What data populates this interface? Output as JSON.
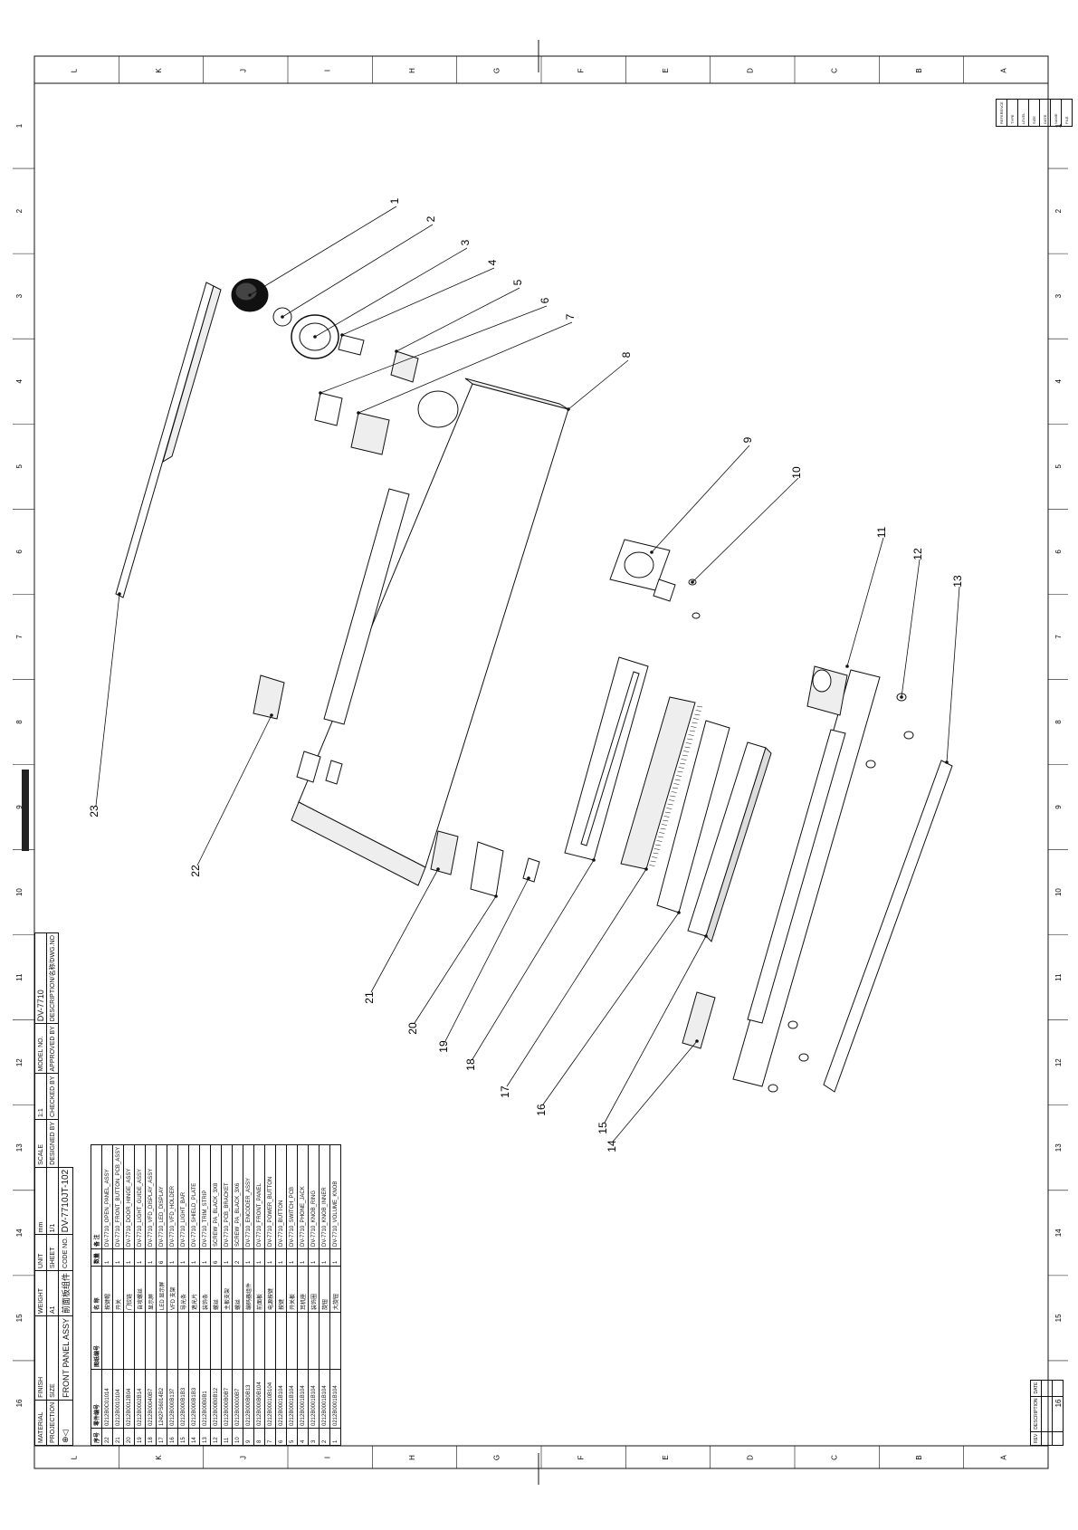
{
  "drawing": {
    "code_no": "DV-7710JT-102",
    "description_en": "FRONT PANEL ASSY",
    "description_cn": "前面板组件",
    "model_no": "DV-7710",
    "size": "A1",
    "sheet": "1/1",
    "scale": "1:1",
    "unit": "mm",
    "labels": {
      "projection": "PROJECTION",
      "size": "SIZE",
      "sheet": "SHEET",
      "designed_by": "DESIGNED BY",
      "checked_by": "CHECKED BY",
      "approved_by": "APPROVED BY",
      "unit": "UNIT",
      "scale": "SCALE",
      "material": "MATERIAL",
      "finish": "FINISH",
      "weight": "WEIGHT",
      "model_no": "MODEL NO.",
      "description": "DESCRIPTION/名称/DWG.NO",
      "code_no": "CODE NO."
    }
  },
  "grid": {
    "columns": [
      "L",
      "K",
      "J",
      "I",
      "H",
      "G",
      "F",
      "E",
      "D",
      "C",
      "B",
      "A"
    ],
    "rows": [
      "1",
      "2",
      "3",
      "4",
      "5",
      "6",
      "7",
      "8",
      "9",
      "10",
      "11",
      "12",
      "13",
      "14",
      "15",
      "16"
    ]
  },
  "callouts": [
    "1",
    "2",
    "3",
    "4",
    "5",
    "6",
    "7",
    "8",
    "9",
    "10",
    "11",
    "12",
    "13",
    "14",
    "15",
    "16",
    "17",
    "18",
    "19",
    "20",
    "21",
    "22",
    "23"
  ],
  "bom": {
    "headers": [
      "序号",
      "零件编号",
      "图纸编号",
      "名 称",
      "数量",
      "备 注"
    ],
    "rows": [
      {
        "no": "22",
        "code": "0212B0C01014",
        "dwg": "",
        "name": "按键帽",
        "qty": "1",
        "remark": "DV-7710_OPEN_PANEL_ASSY"
      },
      {
        "no": "21",
        "code": "0212B0010104",
        "dwg": "",
        "name": "开关",
        "qty": "1",
        "remark": "DV-7710_FRONT_BUTTON_PCB_ASSY"
      },
      {
        "no": "20",
        "code": "0212B0012B04",
        "dwg": "",
        "name": "门铰链",
        "qty": "1",
        "remark": "DV-7710_DOOR_HINGE_ASSY"
      },
      {
        "no": "19",
        "code": "0212B0002B14",
        "dwg": "",
        "name": "自攻螺丝",
        "qty": "1",
        "remark": "DV-7710_LIGHT_GUIDE_ASSY"
      },
      {
        "no": "18",
        "code": "0212B00040B7",
        "dwg": "",
        "name": "显示屏",
        "qty": "1",
        "remark": "DV-7710_VFD_DISPLAY_ASSY"
      },
      {
        "no": "17",
        "code": "1242PS6014B2",
        "dwg": "",
        "name": "LED 显示屏",
        "qty": "6",
        "remark": "DV-7710_LED_DISPLAY"
      },
      {
        "no": "16",
        "code": "0212B000B137",
        "dwg": "",
        "name": "VFD 支架",
        "qty": "1",
        "remark": "DV-7710_VFD_HOLDER"
      },
      {
        "no": "15",
        "code": "0212B000B1B3",
        "dwg": "",
        "name": "导光条",
        "qty": "1",
        "remark": "DV-7710_LIGHT_BAR"
      },
      {
        "no": "14",
        "code": "0212B000B1B3",
        "dwg": "",
        "name": "遮光片",
        "qty": "1",
        "remark": "DV-7710_SHIELD_PLATE"
      },
      {
        "no": "13",
        "code": "0212B00B0B1",
        "dwg": "",
        "name": "装饰条",
        "qty": "1",
        "remark": "DV-7710_TRIM_STRIP"
      },
      {
        "no": "12",
        "code": "0212B00B0B12",
        "dwg": "",
        "name": "螺丝",
        "qty": "6",
        "remark": "SCREW_PA_BLACK_3X8"
      },
      {
        "no": "11",
        "code": "0212B000B0B7",
        "dwg": "",
        "name": "主板支架",
        "qty": "1",
        "remark": "DV-7710_PCB_BRACKET"
      },
      {
        "no": "10",
        "code": "0212B00000B7",
        "dwg": "",
        "name": "螺丝",
        "qty": "2",
        "remark": "SCREW_PA_BLACK_3X6"
      },
      {
        "no": "9",
        "code": "0212B000B0B13",
        "dwg": "",
        "name": "编码器组件",
        "qty": "1",
        "remark": "DV-7710_ENCODER_ASSY"
      },
      {
        "no": "8",
        "code": "0212B000B0B104",
        "dwg": "",
        "name": "前面板",
        "qty": "1",
        "remark": "DV-7710_FRONT_PANEL"
      },
      {
        "no": "7",
        "code": "0212B00010B104",
        "dwg": "",
        "name": "电源按键",
        "qty": "1",
        "remark": "DV-7710_POWER_BUTTON"
      },
      {
        "no": "6",
        "code": "0212B0001B104",
        "dwg": "",
        "name": "按键",
        "qty": "1",
        "remark": "DV-7710_BUTTON"
      },
      {
        "no": "5",
        "code": "0212B0001B104",
        "dwg": "",
        "name": "开关板",
        "qty": "1",
        "remark": "DV-7710_SWITCH_PCB"
      },
      {
        "no": "4",
        "code": "0212B0001B104",
        "dwg": "",
        "name": "耳机座",
        "qty": "1",
        "remark": "DV-7710_PHONE_JACK"
      },
      {
        "no": "3",
        "code": "0212B0001B104",
        "dwg": "",
        "name": "装饰圈",
        "qty": "1",
        "remark": "DV-7710_KNOB_RING"
      },
      {
        "no": "2",
        "code": "0212B0001B104",
        "dwg": "",
        "name": "旋钮",
        "qty": "1",
        "remark": "DV-7710_KNOB_INNER"
      },
      {
        "no": "1",
        "code": "0212B0001B104",
        "dwg": "",
        "name": "大旋钮",
        "qty": "1",
        "remark": "DV-7710_VOLUME_KNOB"
      }
    ]
  },
  "revision": {
    "headers": [
      "REV",
      "DESCRIPTION",
      "DATE"
    ]
  },
  "corner_block": {
    "title": "REFERENCE",
    "rows": [
      "TYPE",
      "LEVEL",
      "SIZE",
      "DATE",
      "NAME",
      "FILE"
    ]
  }
}
